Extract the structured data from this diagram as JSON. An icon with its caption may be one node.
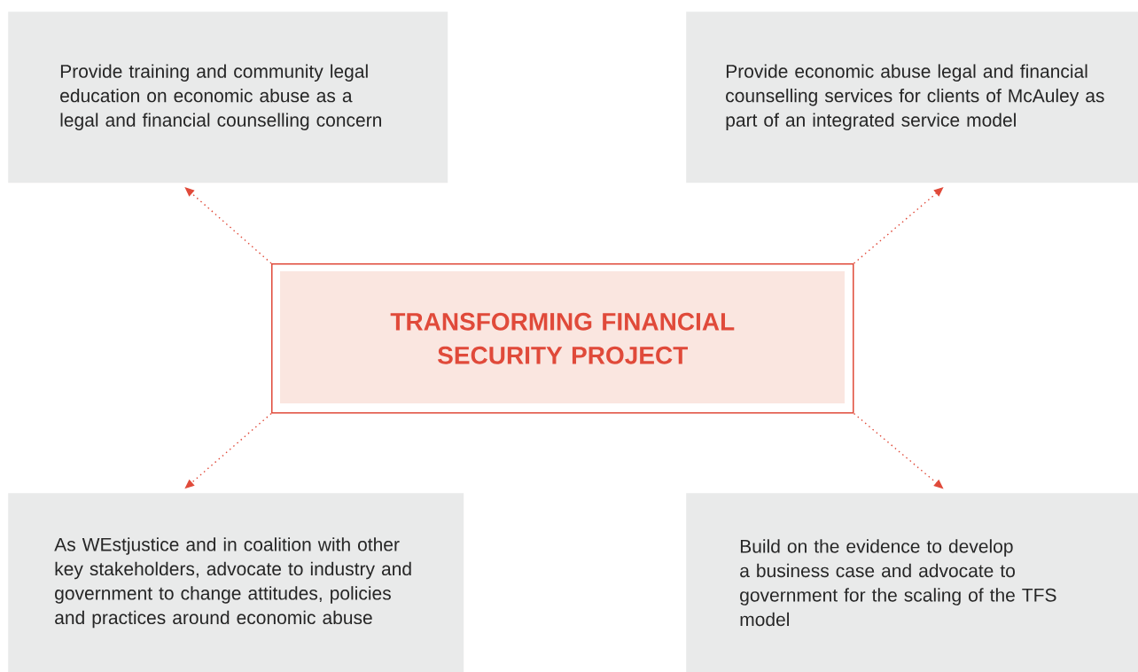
{
  "diagram": {
    "nodes": [
      {
        "text": [
          "Provide training and community legal education on economic abuse as a legal and financial counselling concern"
        ]
      },
      {
        "text": [
          "Provide economic abuse legal and financial counselling services for clients of McAuley as part of an integrated service model"
        ]
      },
      {
        "text": [
          "As WEstjustice and in coalition with other key stakeholders, advocate to industry and government to change attitudes, policies and practices around economic abuse"
        ]
      },
      {
        "text": [
          "Build on the evidence to develop a business case and advocate to government for the scaling of the TFS model"
        ]
      },
      {
        "text": [
          "TRANSFORMING FINANCIAL SECURITY PROJECT"
        ]
      }
    ],
    "edges": [
      {
        "from": 4,
        "to": 0,
        "arrow": "to"
      },
      {
        "from": 4,
        "to": 1,
        "arrow": "to"
      },
      {
        "from": 4,
        "to": 2,
        "arrow": "to"
      },
      {
        "from": 4,
        "to": 3,
        "arrow": "to"
      }
    ]
  }
}
